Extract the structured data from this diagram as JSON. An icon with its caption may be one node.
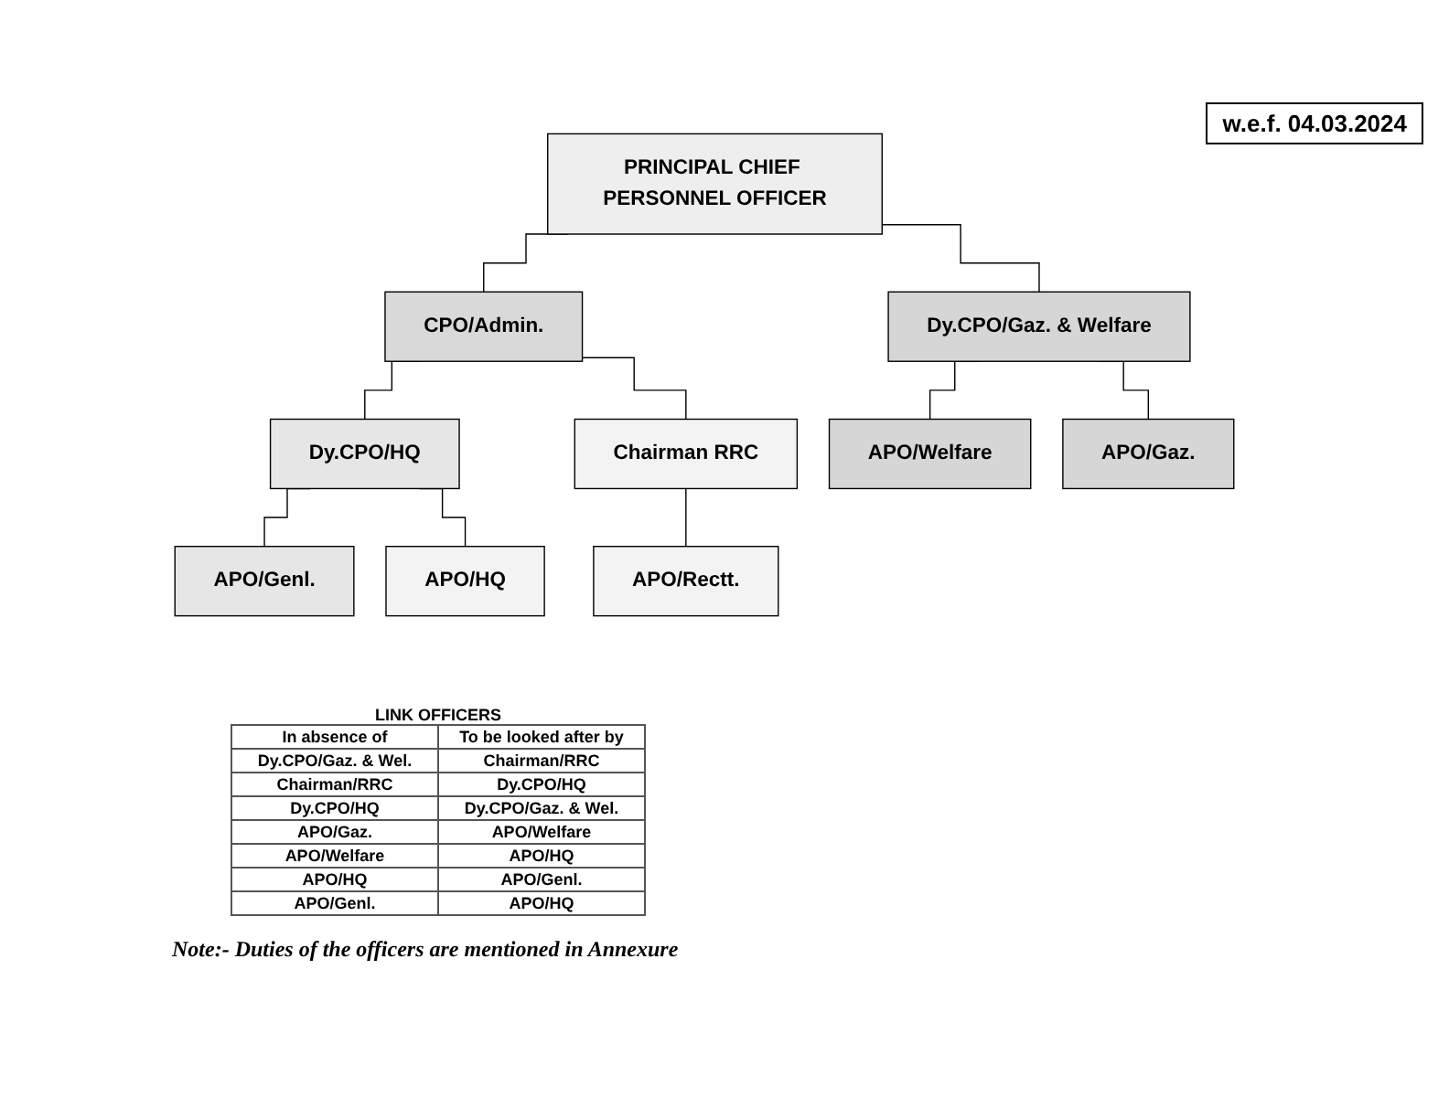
{
  "diagram": {
    "nodes": [
      {
        "text": [
          "PRINCIPAL CHIEF PERSONNEL OFFICER"
        ]
      },
      {
        "text": [
          "CPO/Admin."
        ]
      },
      {
        "text": [
          "Dy.CPO/HQ"
        ]
      },
      {
        "text": [
          "Chairman RRC"
        ]
      },
      {
        "text": [
          "Dy.CPO/Gaz. & Welfare"
        ]
      },
      {
        "text": [
          "APO/Genl."
        ]
      },
      {
        "text": [
          "APO/HQ"
        ]
      },
      {
        "text": [
          "APO/Rectt."
        ]
      },
      {
        "text": [
          "APO/Welfare"
        ]
      },
      {
        "text": [
          "APO/Gaz."
        ]
      }
    ],
    "edges": [
      {
        "from": 0,
        "to": 1,
        "arrow": "none"
      },
      {
        "from": 0,
        "to": 4,
        "arrow": "none"
      },
      {
        "from": 1,
        "to": 2,
        "arrow": "none"
      },
      {
        "from": 1,
        "to": 3,
        "arrow": "none"
      },
      {
        "from": 2,
        "to": 5,
        "arrow": "none"
      },
      {
        "from": 2,
        "to": 6,
        "arrow": "none"
      },
      {
        "from": 3,
        "to": 7,
        "arrow": "none"
      },
      {
        "from": 4,
        "to": 8,
        "arrow": "none"
      },
      {
        "from": 4,
        "to": 9,
        "arrow": "none"
      }
    ],
    "labels": [
      "w.e.f. 04.03.2024",
      "LINK OFFICERS",
      "In absence of",
      "To be looked after by",
      "Dy.CPO/Gaz. & Wel.",
      "Chairman/RRC",
      "Chairman/RRC",
      "Dy.CPO/HQ",
      "Dy.CPO/HQ",
      "Dy.CPO/Gaz. & Wel.",
      "APO/Gaz.",
      "APO/Welfare",
      "APO/Welfare",
      "APO/HQ",
      "APO/HQ",
      "APO/Genl.",
      "APO/Genl.",
      "APO/HQ",
      "Note:- Duties of the officers are mentioned in Annexure"
    ]
  }
}
